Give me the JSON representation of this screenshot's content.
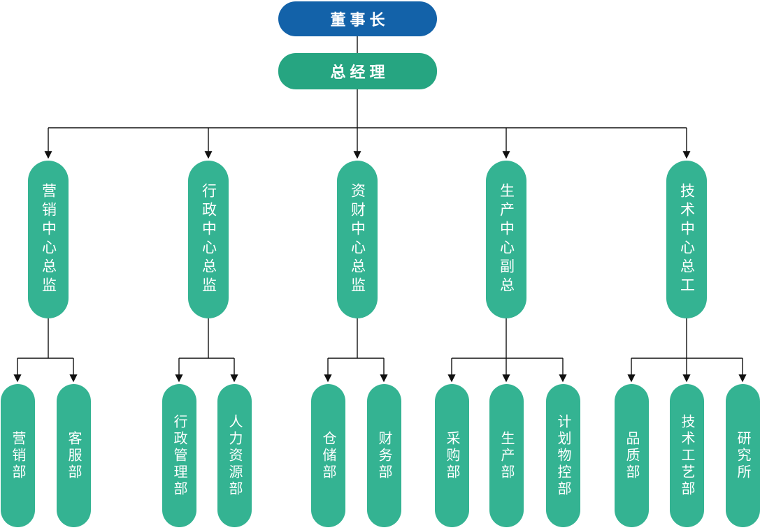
{
  "org_chart": {
    "title": "company-organization-chart",
    "root": {
      "label": "董事长"
    },
    "level2": {
      "label": "总经理"
    },
    "branches": [
      {
        "label": "营销中心总监",
        "children": [
          {
            "label": "营销部"
          },
          {
            "label": "客服部"
          }
        ]
      },
      {
        "label": "行政中心总监",
        "children": [
          {
            "label": "行政管理部"
          },
          {
            "label": "人力资源部"
          }
        ]
      },
      {
        "label": "资财中心总监",
        "children": [
          {
            "label": "仓储部"
          },
          {
            "label": "财务部"
          }
        ]
      },
      {
        "label": "生产中心副总",
        "children": [
          {
            "label": "采购部"
          },
          {
            "label": "生产部"
          },
          {
            "label": "计划物控部"
          }
        ]
      },
      {
        "label": "技术中心总工",
        "children": [
          {
            "label": "品质部"
          },
          {
            "label": "技术工艺部"
          },
          {
            "label": "研究所"
          }
        ]
      }
    ],
    "colors": {
      "chairman_bg": "#1362A9",
      "general_manager_bg": "#26A581",
      "node_bg": "#34B392",
      "text": "#FFFFFF",
      "line": "#111111"
    }
  }
}
